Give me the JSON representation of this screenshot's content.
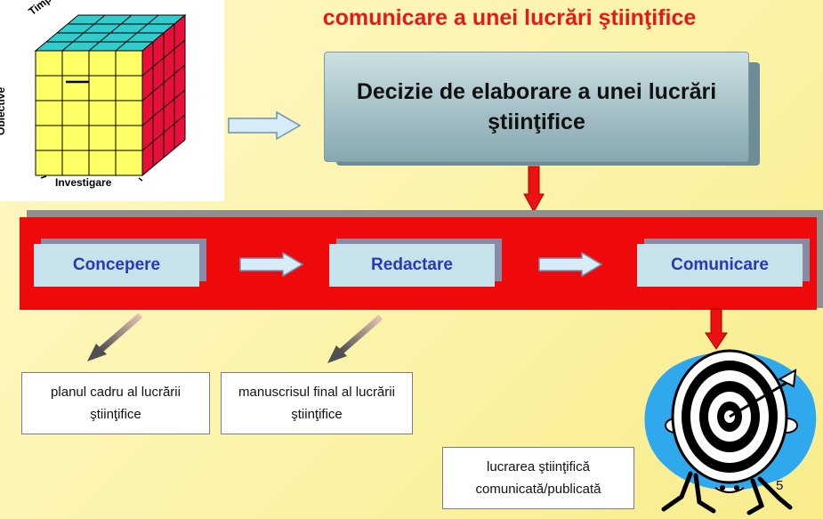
{
  "title": "comunicare a unei lucrări ştiinţifice",
  "cube": {
    "axis_time": "Timp",
    "axis_objectives": "Obiective",
    "axis_investigation": "Investigare",
    "colors": {
      "front": "#ffff66",
      "top": "#33cccc",
      "side": "#e8103a"
    }
  },
  "decision_box": {
    "text": "Decizie de elaborare a unei lucrări ştiinţifice"
  },
  "process": {
    "band_color": "#ee0a0a",
    "stages": [
      "Concepere",
      "Redactare",
      "Comunicare"
    ]
  },
  "outputs": [
    {
      "text": "planul cadru  al lucrării  ştiinţifice"
    },
    {
      "text": "manuscrisul final al lucrării ştiinţifice"
    },
    {
      "text": "lucrarea ştiinţifică comunicată/publicată"
    }
  ],
  "target_icon": "dartboard-target-icon",
  "page_number": "5"
}
